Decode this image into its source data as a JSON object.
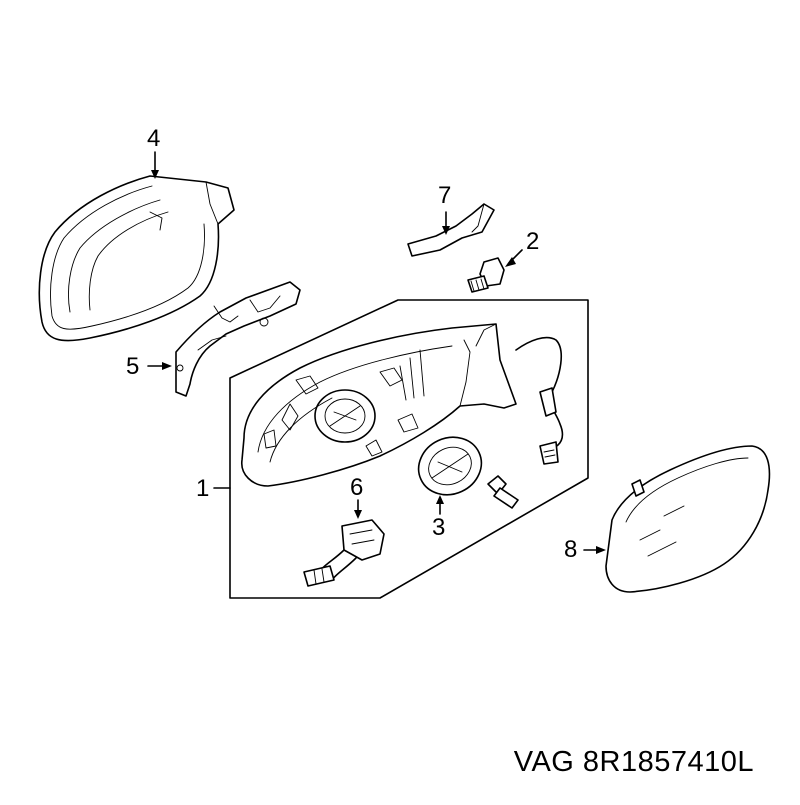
{
  "part_number": "VAG 8R1857410L",
  "callouts": {
    "c1": "1",
    "c2": "2",
    "c3": "3",
    "c4": "4",
    "c5": "5",
    "c6": "6",
    "c7": "7",
    "c8": "8"
  }
}
